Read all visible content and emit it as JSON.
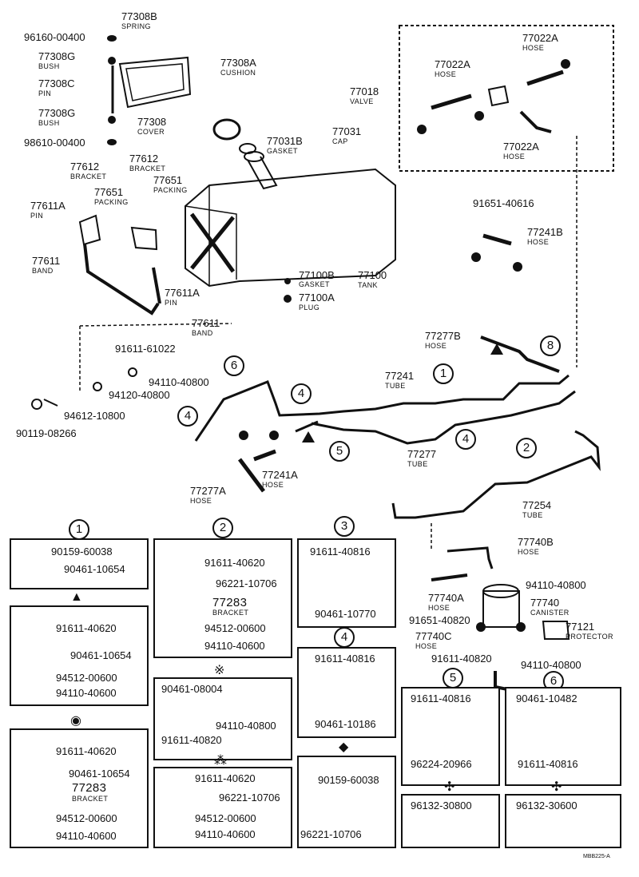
{
  "parts": {
    "p77308B": "77308B",
    "spring": "SPRING",
    "p96160": "96160-00400",
    "p77308G_a": "77308G",
    "bush_a": "BUSH",
    "p77308C": "77308C",
    "pin_a": "PIN",
    "p77308G_b": "77308G",
    "bush_b": "BUSH",
    "p98610": "98610-00400",
    "p77308A": "77308A",
    "cushion": "CUSHION",
    "p77308": "77308",
    "cover": "COVER",
    "p77031B": "77031B",
    "gasket_a": "GASKET",
    "p77031": "77031",
    "cap": "CAP",
    "p77612_a": "77612",
    "bracket_a": "BRACKET",
    "p77612_b": "77612",
    "bracket_b": "BRACKET",
    "p77651_a": "77651",
    "packing_a": "PACKING",
    "p77651_b": "77651",
    "packing_b": "PACKING",
    "p77611A_a": "77611A",
    "pin_b": "PIN",
    "p77611_a": "77611",
    "band_a": "BAND",
    "p77611A_b": "77611A",
    "pin_c": "PIN",
    "p77611_b": "77611",
    "band_b": "BAND",
    "p91611_61022": "91611-61022",
    "p77100B": "77100B",
    "gasket_b": "GASKET",
    "p77100": "77100",
    "tank": "TANK",
    "p77100A": "77100A",
    "plug": "PLUG",
    "p77018": "77018",
    "valve": "VALVE",
    "p77022A_a": "77022A",
    "hose_a": "HOSE",
    "p77022A_b": "77022A",
    "hose_b": "HOSE",
    "p77022A_c": "77022A",
    "hose_c": "HOSE",
    "p91651_40616": "91651-40616",
    "p77241B": "77241B",
    "hose_d": "HOSE",
    "p77277B": "77277B",
    "hose_e": "HOSE",
    "p77241": "77241",
    "tube_a": "TUBE",
    "p94110_40800_a": "94110-40800",
    "p94120_40800": "94120-40800",
    "p94612_10800": "94612-10800",
    "p90119_08266": "90119-08266",
    "p77277": "77277",
    "tube_b": "TUBE",
    "p77241A": "77241A",
    "hose_f": "HOSE",
    "p77277A": "77277A",
    "hose_g": "HOSE",
    "p77254": "77254",
    "tube_c": "TUBE",
    "p77740B": "77740B",
    "hose_h": "HOSE",
    "p94110_40800_b": "94110-40800",
    "p77740A": "77740A",
    "hose_i": "HOSE",
    "p77740": "77740",
    "canister": "CANISTER",
    "p91651_40820": "91651-40820",
    "p77121": "77121",
    "protector": "PROTECTOR",
    "p77740C": "77740C",
    "hose_j": "HOSE",
    "p91611_40820_a": "91611-40820",
    "p94110_40800_c": "94110-40800",
    "code": "MBB225-A"
  },
  "markers": {
    "m1": "1",
    "m2": "2",
    "m3": "3",
    "m4": "4",
    "m5": "5",
    "m6": "6",
    "m8": "8"
  },
  "boxes": {
    "b1": {
      "mark": "1",
      "items": [
        "90159-60038",
        "90461-10654"
      ]
    },
    "b2": {
      "mark": "2",
      "items": [
        "91611-40620",
        "96221-10706",
        "77283",
        "BRACKET",
        "94512-00600",
        "94110-40600"
      ]
    },
    "b3": {
      "mark": "3",
      "items": [
        "91611-40816",
        "90461-10770"
      ]
    },
    "btri": {
      "items": [
        "91611-40620",
        "90461-10654",
        "94512-00600",
        "94110-40600"
      ]
    },
    "b4": {
      "mark": "4",
      "items": [
        "91611-40816",
        "90461-10186"
      ]
    },
    "bstar": {
      "items": [
        "90461-08004",
        "94110-40800",
        "91611-40820"
      ]
    },
    "b5": {
      "mark": "5",
      "items": [
        "91611-40816",
        "96224-20966"
      ]
    },
    "b6": {
      "mark": "6",
      "items": [
        "90461-10482",
        "91611-40816"
      ]
    },
    "bdot": {
      "items": [
        "91611-40620",
        "90461-10654",
        "77283",
        "BRACKET",
        "94512-00600",
        "94110-40600"
      ]
    },
    "bclub": {
      "items": [
        "91611-40620",
        "96221-10706",
        "94512-00600",
        "94110-40600"
      ]
    },
    "bdia": {
      "items": [
        "90159-60038",
        "96221-10706"
      ]
    },
    "bcross1": {
      "items": [
        "96132-30800"
      ]
    },
    "bcross2": {
      "items": [
        "96132-30600"
      ]
    }
  }
}
